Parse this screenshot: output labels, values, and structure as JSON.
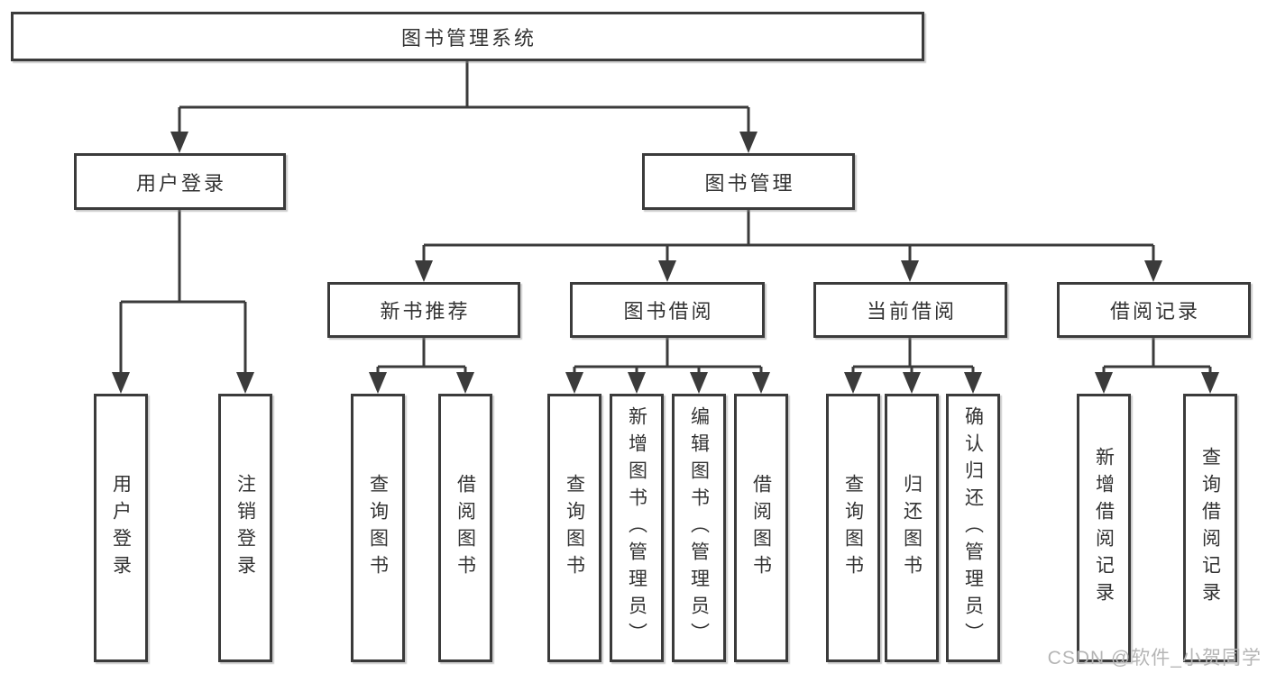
{
  "diagram": {
    "type": "hierarchy-tree",
    "title": "图书管理系统",
    "branches": [
      {
        "label": "用户登录",
        "leaves": [
          "用户登录",
          "注销登录"
        ]
      },
      {
        "label": "图书管理",
        "groups": [
          {
            "label": "新书推荐",
            "leaves": [
              "查询图书",
              "借阅图书"
            ]
          },
          {
            "label": "图书借阅",
            "leaves": [
              "查询图书",
              "新增图书（管理员）",
              "编辑图书（管理员）",
              "借阅图书"
            ]
          },
          {
            "label": "当前借阅",
            "leaves": [
              "查询图书",
              "归还图书",
              "确认归还（管理员）"
            ]
          },
          {
            "label": "借阅记录",
            "leaves": [
              "新增借阅记录",
              "查询借阅记录"
            ]
          }
        ]
      }
    ],
    "watermark": "CSDN @软件_小贺同学",
    "colors": {
      "line": "#3b3b3b",
      "border": "#3b3b3b",
      "text": "#333333",
      "background": "#ffffff",
      "watermark": "#b5b5b5"
    }
  }
}
